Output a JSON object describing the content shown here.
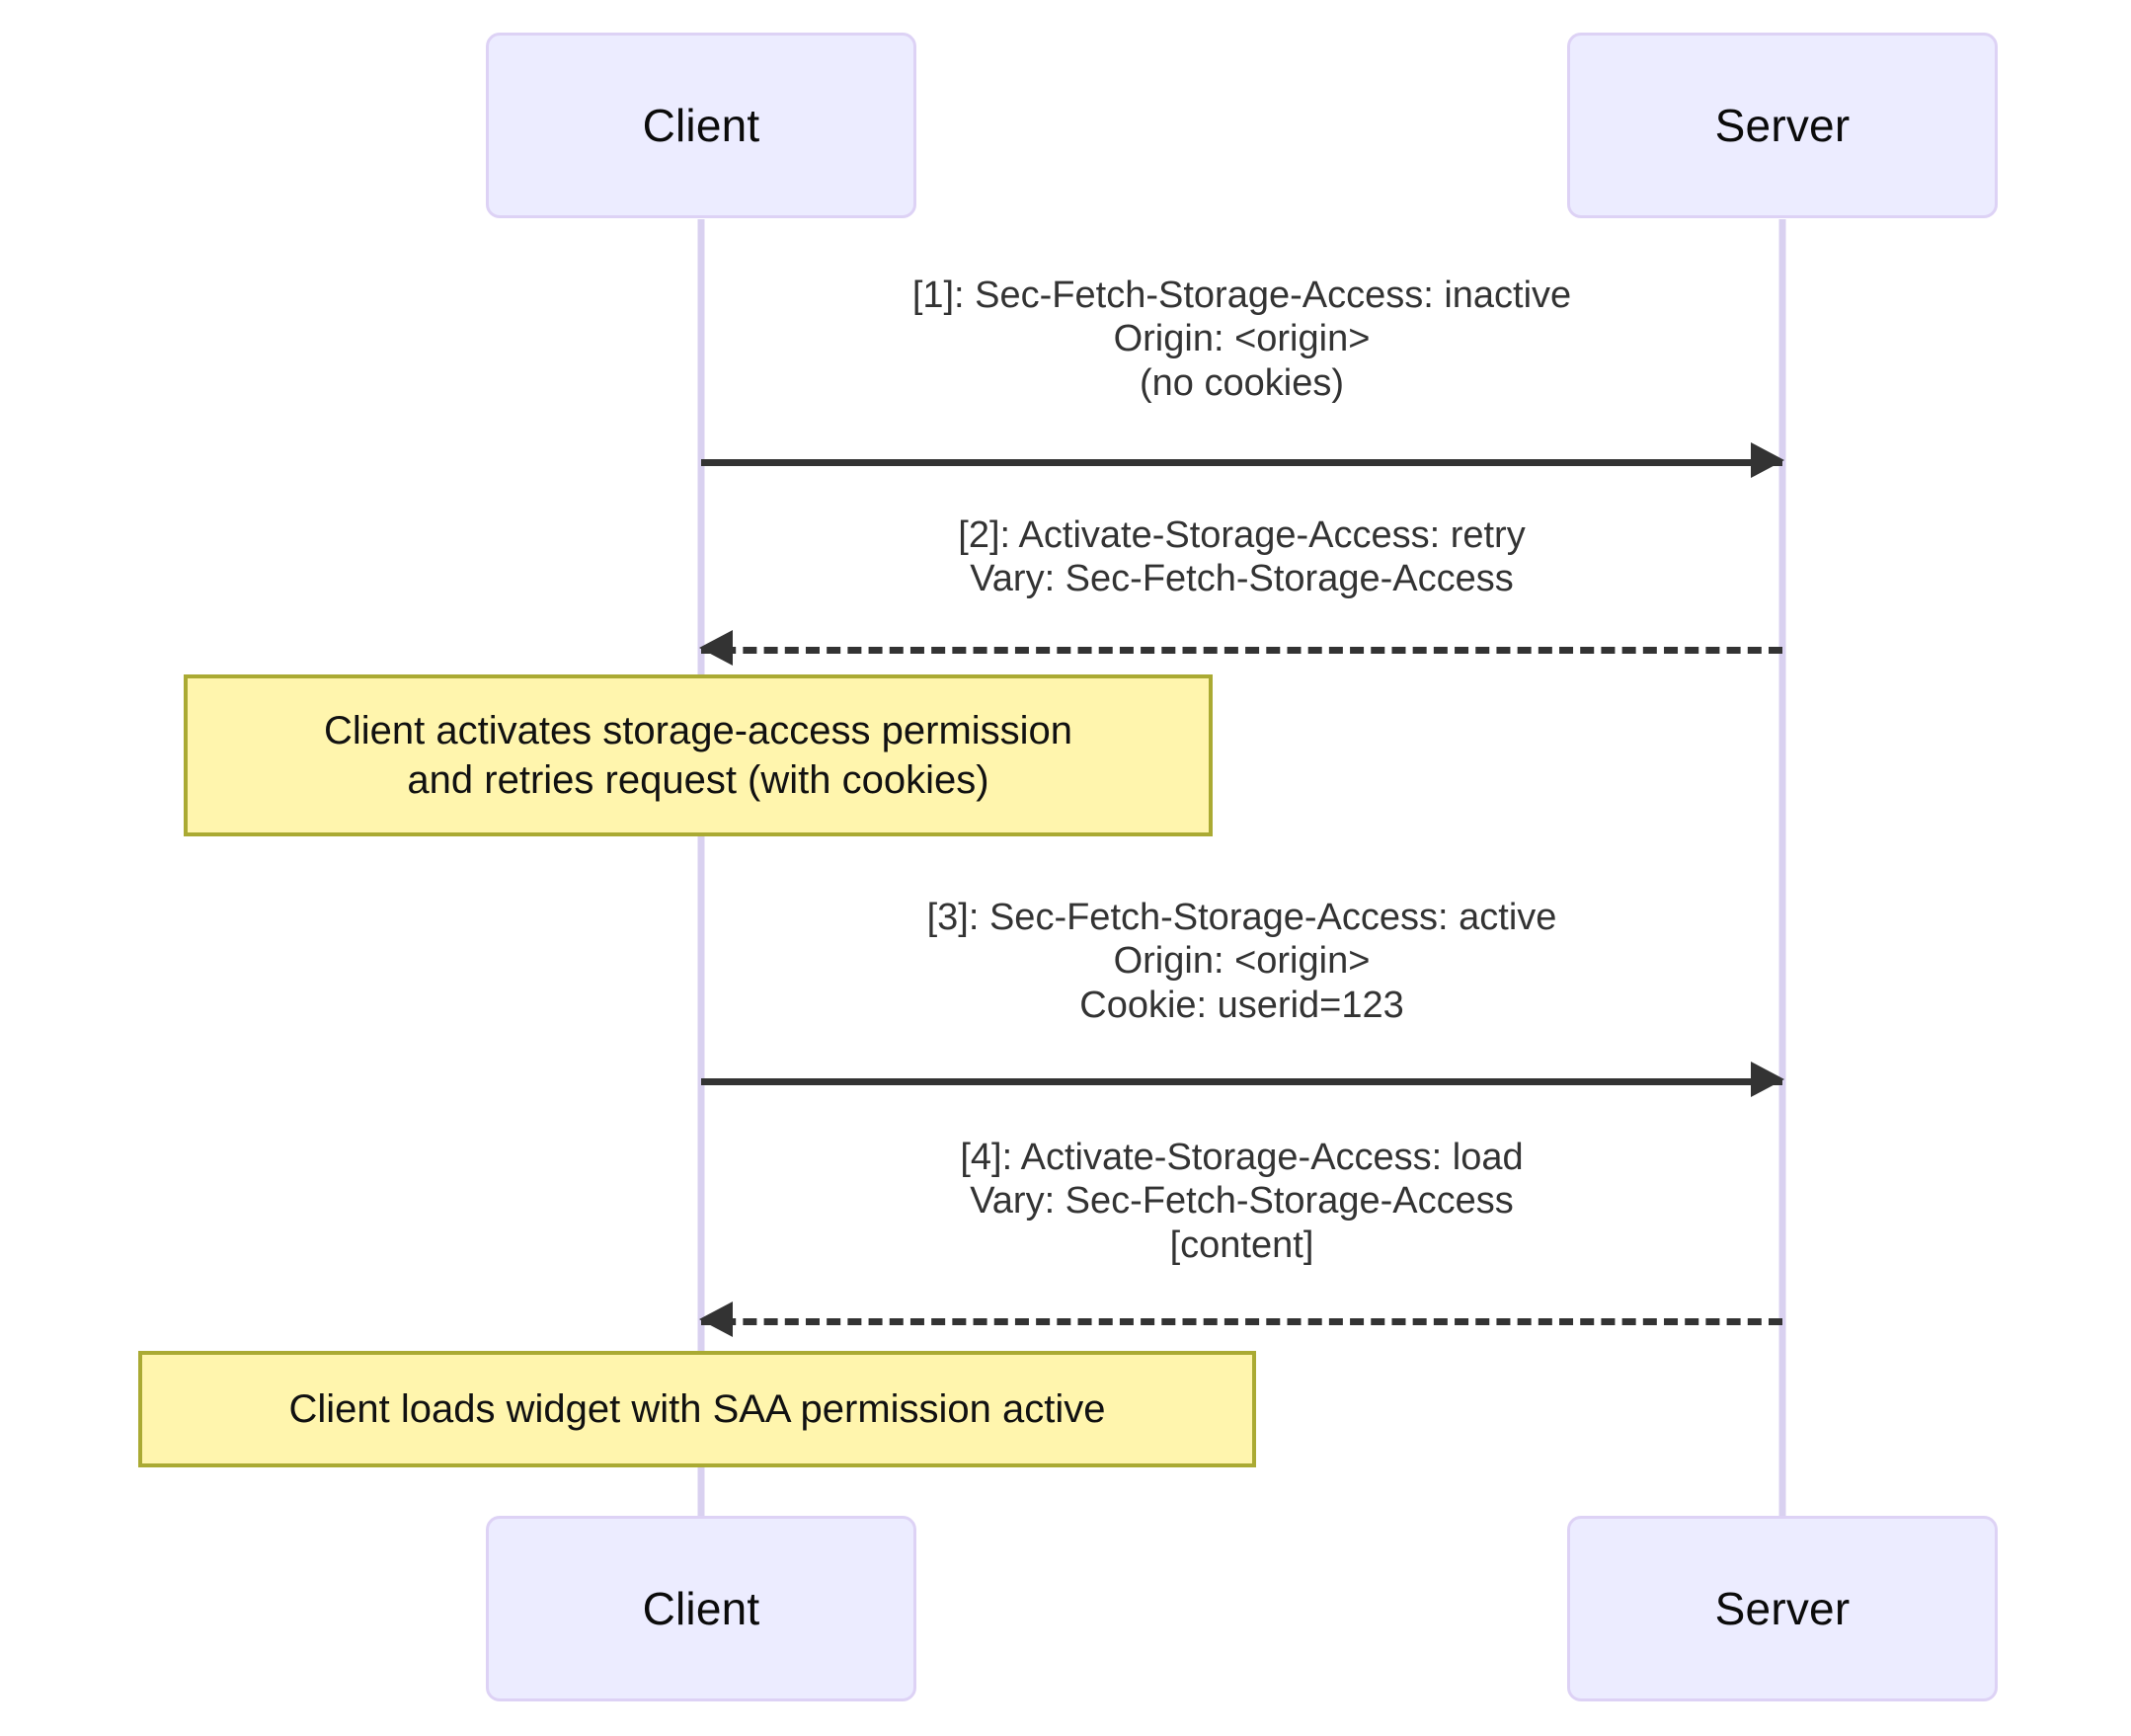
{
  "diagram": {
    "type": "sequence-diagram",
    "title": "Storage Access Headers sequence",
    "background": "#ffffff",
    "colors": {
      "actor_fill": "#ECECFF",
      "actor_border": "#DDD2F5",
      "lifeline": "#D9D1F0",
      "arrow": "#333333",
      "note_fill": "#FFF5AD",
      "note_border": "#AAAA33",
      "text": "#333333"
    }
  },
  "actors": [
    {
      "id": "client",
      "label": "Client"
    },
    {
      "id": "server",
      "label": "Server"
    }
  ],
  "actors_bottom": [
    {
      "id": "client",
      "label": "Client"
    },
    {
      "id": "server",
      "label": "Server"
    }
  ],
  "messages": [
    {
      "index": "1",
      "from": "client",
      "to": "server",
      "style": "solid",
      "direction": "right",
      "lines": [
        "[1]: Sec-Fetch-Storage-Access: inactive",
        "Origin: <origin>",
        "(no cookies)"
      ]
    },
    {
      "index": "2",
      "from": "server",
      "to": "client",
      "style": "dashed",
      "direction": "left",
      "lines": [
        "[2]: Activate-Storage-Access: retry",
        "Vary: Sec-Fetch-Storage-Access"
      ]
    },
    {
      "index": "3",
      "from": "client",
      "to": "server",
      "style": "solid",
      "direction": "right",
      "lines": [
        "[3]: Sec-Fetch-Storage-Access: active",
        "Origin: <origin>",
        "Cookie: userid=123"
      ]
    },
    {
      "index": "4",
      "from": "server",
      "to": "client",
      "style": "dashed",
      "direction": "left",
      "lines": [
        "[4]: Activate-Storage-Access: load",
        "Vary: Sec-Fetch-Storage-Access",
        "[content]"
      ]
    }
  ],
  "notes": [
    {
      "id": "note-activate",
      "over": "client",
      "lines": [
        "Client activates storage-access permission",
        "and retries request (with cookies)"
      ]
    },
    {
      "id": "note-load",
      "over": "client",
      "lines": [
        "Client loads widget with SAA permission active"
      ]
    }
  ]
}
